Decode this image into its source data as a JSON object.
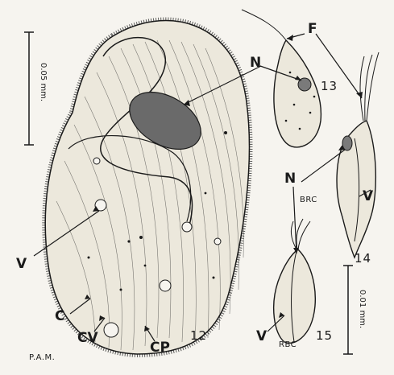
{
  "labels": {
    "F": "F",
    "N_top": "N",
    "N_mid": "N",
    "fig13": "13",
    "fig14": "14",
    "fig12": "12",
    "fig15": "15",
    "V_left": "V",
    "V_right14": "V",
    "V_bottom15": "V",
    "C": "C",
    "CV": "CV",
    "CP": "CP",
    "BRC": "BRC",
    "RBC": "RBC",
    "PAM": "P.A.M.",
    "scale_left": "0.05 mm.",
    "scale_right": "0.01 mm."
  },
  "style": {
    "ink": "#1a1a1a",
    "paper": "#f6f4ef"
  }
}
